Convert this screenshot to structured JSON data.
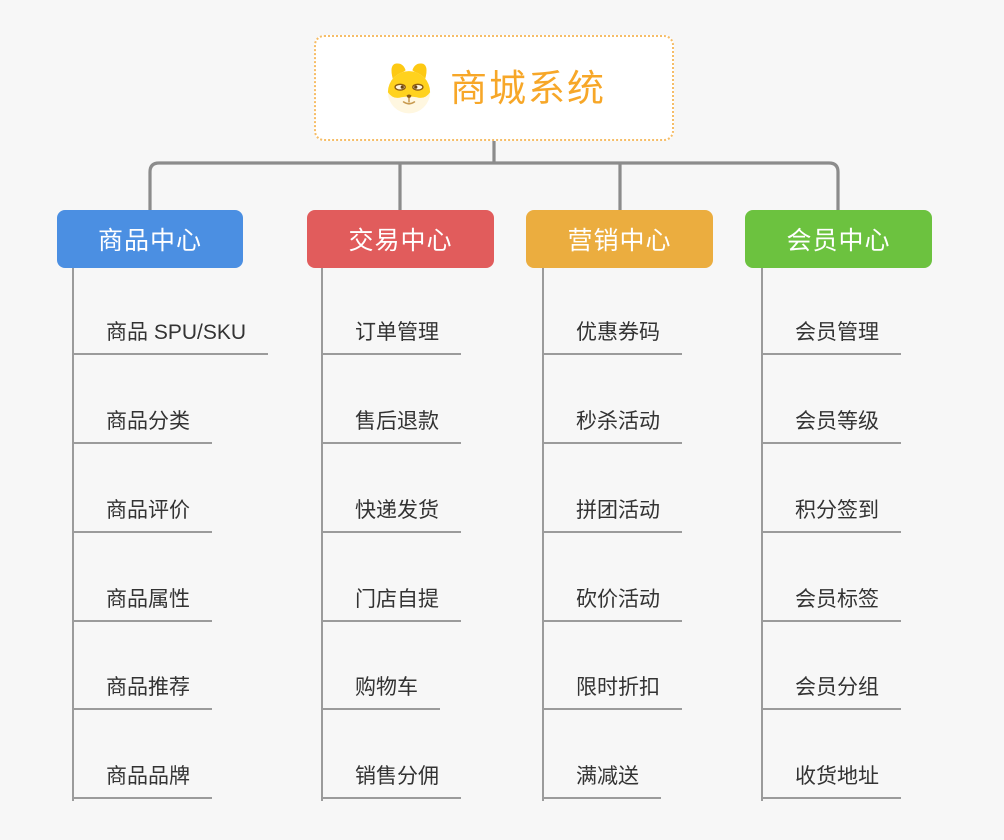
{
  "root": {
    "label": "商城系统",
    "icon": "doge-dog-face-icon"
  },
  "branches": [
    {
      "label": "商品中心",
      "color": "#4b8fe2",
      "items": [
        "商品 SPU/SKU",
        "商品分类",
        "商品评价",
        "商品属性",
        "商品推荐",
        "商品品牌"
      ]
    },
    {
      "label": "交易中心",
      "color": "#e15c5c",
      "items": [
        "订单管理",
        "售后退款",
        "快递发货",
        "门店自提",
        "购物车",
        "销售分佣"
      ]
    },
    {
      "label": "营销中心",
      "color": "#ebad3f",
      "items": [
        "优惠券码",
        "秒杀活动",
        "拼团活动",
        "砍价活动",
        "限时折扣",
        "满减送"
      ]
    },
    {
      "label": "会员中心",
      "color": "#6cc23f",
      "items": [
        "会员管理",
        "会员等级",
        "积分签到",
        "会员标签",
        "会员分组",
        "收货地址"
      ]
    }
  ],
  "colors": {
    "root_accent": "#f7a728",
    "root_border": "#f6bd67",
    "connector": "#8c8c8c",
    "branch_line": "#9b9b9b",
    "leaf_text": "#333333",
    "background": "#f7f7f7"
  }
}
